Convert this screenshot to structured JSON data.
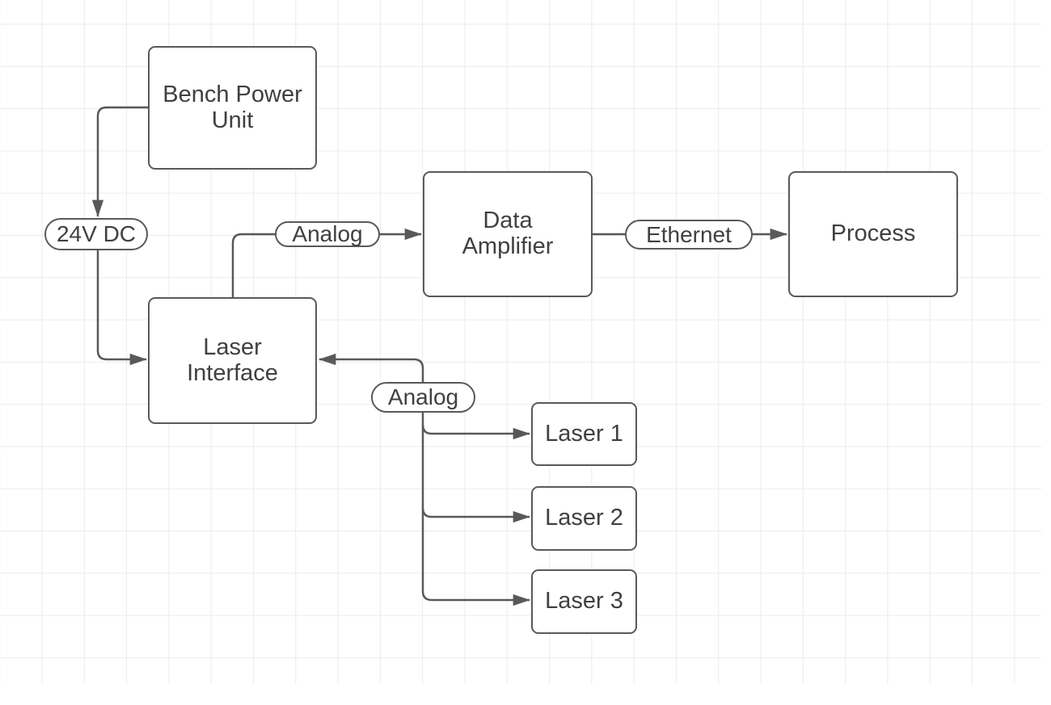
{
  "diagram": {
    "nodes": {
      "bench_power_unit": {
        "label": "Bench Power\nUnit"
      },
      "laser_interface": {
        "label": "Laser\nInterface"
      },
      "data_amplifier": {
        "label": "Data\nAmplifier"
      },
      "process": {
        "label": "Process"
      },
      "laser_1": {
        "label": "Laser 1"
      },
      "laser_2": {
        "label": "Laser 2"
      },
      "laser_3": {
        "label": "Laser 3"
      }
    },
    "edge_labels": {
      "dc_24v": {
        "label": "24V DC"
      },
      "analog_top": {
        "label": "Analog"
      },
      "ethernet": {
        "label": "Ethernet"
      },
      "analog_bottom": {
        "label": "Analog"
      }
    },
    "edges": [
      {
        "from": "bench_power_unit",
        "via": "24V DC",
        "to": "laser_interface",
        "arrow": "to"
      },
      {
        "from": "laser_interface",
        "via": "Analog",
        "to": "data_amplifier",
        "arrow": "to"
      },
      {
        "from": "data_amplifier",
        "via": "Ethernet",
        "to": "process",
        "arrow": "to"
      },
      {
        "from": "analog_bus",
        "via": "Analog",
        "to": "laser_interface",
        "arrow": "to"
      },
      {
        "from": "analog_bus",
        "to": "laser_1",
        "arrow": "to"
      },
      {
        "from": "analog_bus",
        "to": "laser_2",
        "arrow": "to"
      },
      {
        "from": "analog_bus",
        "to": "laser_3",
        "arrow": "to"
      }
    ],
    "colors": {
      "stroke": "#595959",
      "text": "#404040",
      "grid": "#ebebeb",
      "background": "#ffffff",
      "shape_fill": "#ffffff"
    }
  }
}
